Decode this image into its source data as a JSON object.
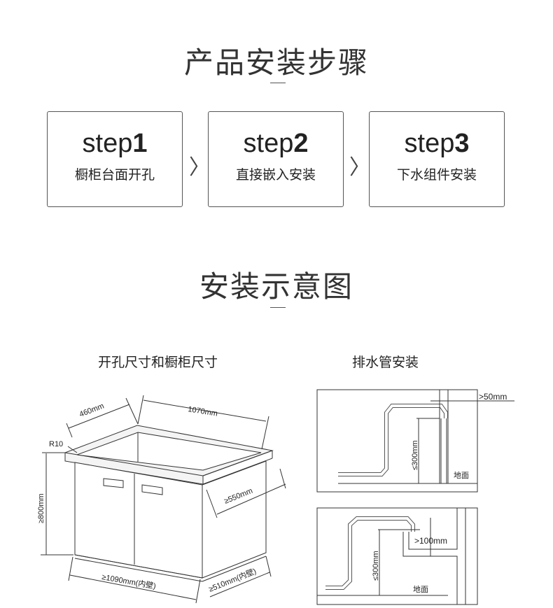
{
  "section1": {
    "title": "产品安装步骤"
  },
  "steps": [
    {
      "prefix": "step",
      "num": "1",
      "label": "橱柜台面开孔"
    },
    {
      "prefix": "step",
      "num": "2",
      "label": "直接嵌入安装"
    },
    {
      "prefix": "step",
      "num": "3",
      "label": "下水组件安装"
    }
  ],
  "chevron_icon": "chevron-right-icon",
  "section2": {
    "title": "安装示意图"
  },
  "left_diagram": {
    "title": "开孔尺寸和橱柜尺寸",
    "labels": {
      "d460": "460mm",
      "d1070": "1070mm",
      "r10": "R10",
      "h800": "≥800mm",
      "d550": "≥550mm",
      "w1090": "≥1090mm(内壁)",
      "w510": "≥510mm(内壁)"
    }
  },
  "right_diagram": {
    "title": "排水管安装",
    "top": {
      "gap": ">50mm",
      "height": "≤300mm",
      "floor": "地面"
    },
    "bottom": {
      "gap": ">100mm",
      "height": "≤300mm",
      "floor": "地面"
    }
  }
}
